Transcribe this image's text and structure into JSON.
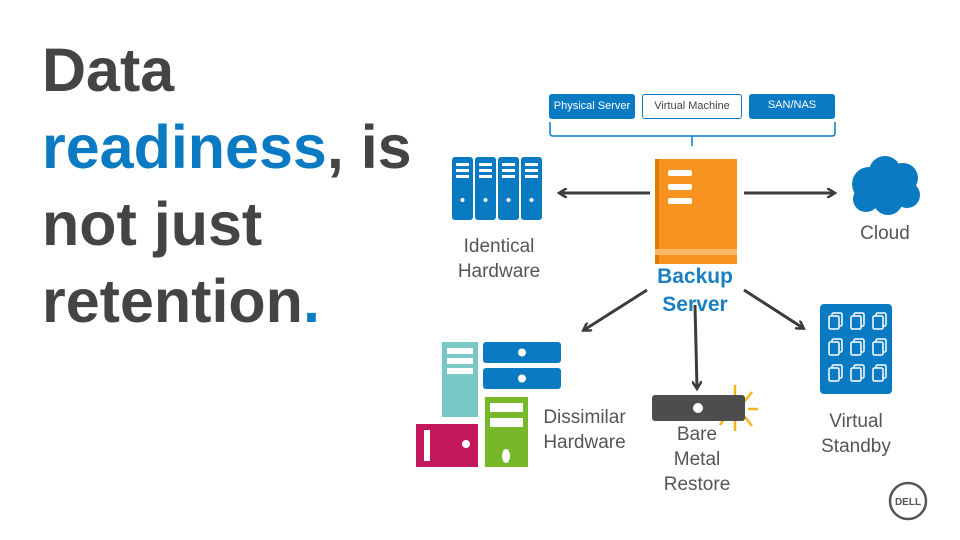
{
  "title": {
    "line1": "Data",
    "line2_accent": "readiness",
    "line2_rest": ", is",
    "line3": "not just",
    "line4": "retention",
    "line4_dot": "."
  },
  "sources": [
    "Physical Server",
    "Virtual Machine",
    "SAN/NAS"
  ],
  "labels": {
    "backup_line1": "Backup",
    "backup_line2": "Server",
    "identical_line1": "Identical",
    "identical_line2": "Hardware",
    "cloud": "Cloud",
    "dissimilar_line1": "Dissimilar",
    "dissimilar_line2": "Hardware",
    "bare_line1": "Bare",
    "bare_line2": "Metal",
    "bare_line3": "Restore",
    "virtual_line1": "Virtual",
    "virtual_line2": "Standby"
  },
  "logo": {
    "text": "DELL"
  },
  "colors": {
    "title": "#444444",
    "accent": "#0a7ac2",
    "backup_server": "#f7931e",
    "blue_icon": "#0a7ac2",
    "arrow": "#3c3c3c"
  }
}
